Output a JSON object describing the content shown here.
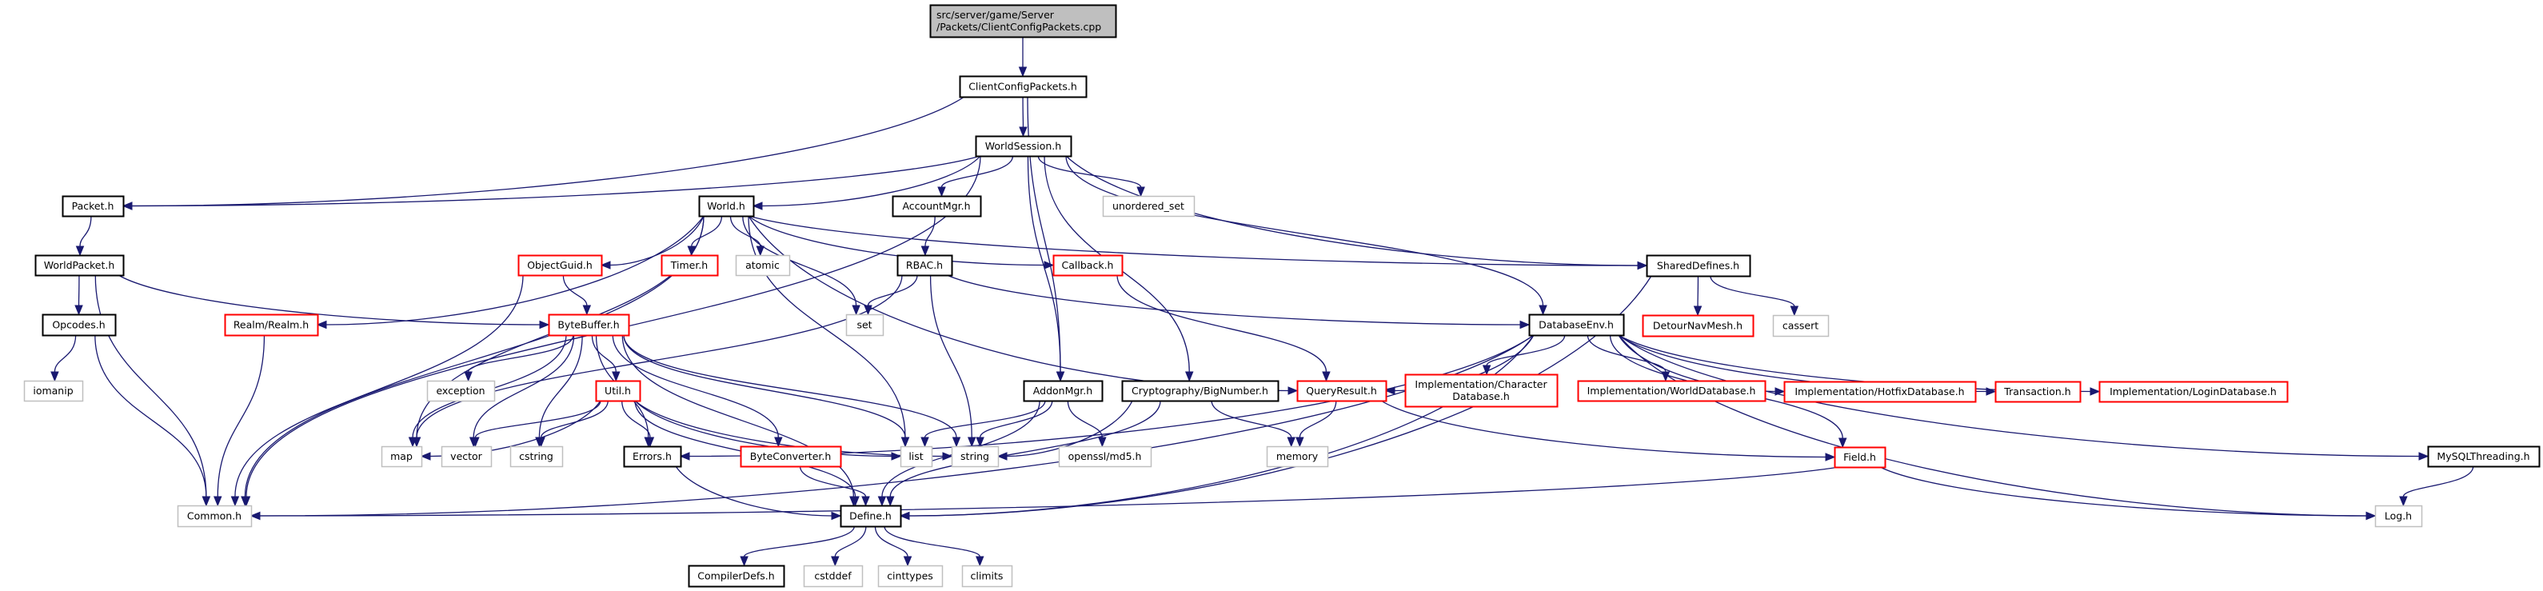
{
  "graph": {
    "colors": {
      "edge": "#191970",
      "documented": "#000000",
      "truncated": "#ff0000",
      "external": "#bfbfbf",
      "root_fill": "#bfbfbf"
    },
    "nodes": [
      {
        "id": "root",
        "kind": "root",
        "lines": [
          "src/server/game/Server",
          "/Packets/ClientConfigPackets.cpp"
        ]
      },
      {
        "id": "ccp",
        "kind": "documented",
        "lines": [
          "ClientConfigPackets.h"
        ]
      },
      {
        "id": "ws",
        "kind": "documented",
        "lines": [
          "WorldSession.h"
        ]
      },
      {
        "id": "packet",
        "kind": "documented",
        "lines": [
          "Packet.h"
        ]
      },
      {
        "id": "world",
        "kind": "documented",
        "lines": [
          "World.h"
        ]
      },
      {
        "id": "accountmgr",
        "kind": "documented",
        "lines": [
          "AccountMgr.h"
        ]
      },
      {
        "id": "unordered_set",
        "kind": "external",
        "lines": [
          "unordered_set"
        ]
      },
      {
        "id": "worldpacket",
        "kind": "documented",
        "lines": [
          "WorldPacket.h"
        ]
      },
      {
        "id": "objectguid",
        "kind": "truncated",
        "lines": [
          "ObjectGuid.h"
        ]
      },
      {
        "id": "timer",
        "kind": "truncated",
        "lines": [
          "Timer.h"
        ]
      },
      {
        "id": "atomic",
        "kind": "external",
        "lines": [
          "atomic"
        ]
      },
      {
        "id": "rbac",
        "kind": "documented",
        "lines": [
          "RBAC.h"
        ]
      },
      {
        "id": "callback",
        "kind": "truncated",
        "lines": [
          "Callback.h"
        ]
      },
      {
        "id": "shareddefines",
        "kind": "documented",
        "lines": [
          "SharedDefines.h"
        ]
      },
      {
        "id": "opcodes",
        "kind": "documented",
        "lines": [
          "Opcodes.h"
        ]
      },
      {
        "id": "realm",
        "kind": "truncated",
        "lines": [
          "Realm/Realm.h"
        ]
      },
      {
        "id": "bytebuffer",
        "kind": "truncated",
        "lines": [
          "ByteBuffer.h"
        ]
      },
      {
        "id": "set",
        "kind": "external",
        "lines": [
          "set"
        ]
      },
      {
        "id": "databaseenv",
        "kind": "documented",
        "lines": [
          "DatabaseEnv.h"
        ]
      },
      {
        "id": "detour",
        "kind": "truncated",
        "lines": [
          "DetourNavMesh.h"
        ]
      },
      {
        "id": "cassert",
        "kind": "external",
        "lines": [
          "cassert"
        ]
      },
      {
        "id": "iomanip",
        "kind": "external",
        "lines": [
          "iomanip"
        ]
      },
      {
        "id": "exception",
        "kind": "external",
        "lines": [
          "exception"
        ]
      },
      {
        "id": "util",
        "kind": "truncated",
        "lines": [
          "Util.h"
        ]
      },
      {
        "id": "addonmgr",
        "kind": "documented",
        "lines": [
          "AddonMgr.h"
        ]
      },
      {
        "id": "bignumber",
        "kind": "documented",
        "lines": [
          "Cryptography/BigNumber.h"
        ]
      },
      {
        "id": "queryresult",
        "kind": "truncated",
        "lines": [
          "QueryResult.h"
        ]
      },
      {
        "id": "chardb",
        "kind": "truncated",
        "lines": [
          "Implementation/Character",
          "Database.h"
        ]
      },
      {
        "id": "worlddb",
        "kind": "truncated",
        "lines": [
          "Implementation/WorldDatabase.h"
        ]
      },
      {
        "id": "hotfixdb",
        "kind": "truncated",
        "lines": [
          "Implementation/HotfixDatabase.h"
        ]
      },
      {
        "id": "transaction",
        "kind": "truncated",
        "lines": [
          "Transaction.h"
        ]
      },
      {
        "id": "logindb",
        "kind": "truncated",
        "lines": [
          "Implementation/LoginDatabase.h"
        ]
      },
      {
        "id": "map",
        "kind": "external",
        "lines": [
          "map"
        ]
      },
      {
        "id": "vector",
        "kind": "external",
        "lines": [
          "vector"
        ]
      },
      {
        "id": "cstring",
        "kind": "external",
        "lines": [
          "cstring"
        ]
      },
      {
        "id": "errors",
        "kind": "documented",
        "lines": [
          "Errors.h"
        ]
      },
      {
        "id": "byteconverter",
        "kind": "truncated",
        "lines": [
          "ByteConverter.h"
        ]
      },
      {
        "id": "list",
        "kind": "external",
        "lines": [
          "list"
        ]
      },
      {
        "id": "string",
        "kind": "external",
        "lines": [
          "string"
        ]
      },
      {
        "id": "openssl",
        "kind": "external",
        "lines": [
          "openssl/md5.h"
        ]
      },
      {
        "id": "memory",
        "kind": "external",
        "lines": [
          "memory"
        ]
      },
      {
        "id": "field",
        "kind": "truncated",
        "lines": [
          "Field.h"
        ]
      },
      {
        "id": "mysql",
        "kind": "documented",
        "lines": [
          "MySQLThreading.h"
        ]
      },
      {
        "id": "common",
        "kind": "external",
        "lines": [
          "Common.h"
        ]
      },
      {
        "id": "define",
        "kind": "documented",
        "lines": [
          "Define.h"
        ]
      },
      {
        "id": "log",
        "kind": "external",
        "lines": [
          "Log.h"
        ]
      },
      {
        "id": "compilerdefs",
        "kind": "documented",
        "lines": [
          "CompilerDefs.h"
        ]
      },
      {
        "id": "cstddef",
        "kind": "external",
        "lines": [
          "cstddef"
        ]
      },
      {
        "id": "cinttypes",
        "kind": "external",
        "lines": [
          "cinttypes"
        ]
      },
      {
        "id": "climits",
        "kind": "external",
        "lines": [
          "climits"
        ]
      }
    ],
    "edges": [
      [
        "root",
        "ccp"
      ],
      [
        "ccp",
        "packet"
      ],
      [
        "ccp",
        "ws"
      ],
      [
        "ccp",
        "addonmgr"
      ],
      [
        "ws",
        "packet"
      ],
      [
        "ws",
        "world"
      ],
      [
        "ws",
        "common"
      ],
      [
        "ws",
        "accountmgr"
      ],
      [
        "ws",
        "unordered_set"
      ],
      [
        "ws",
        "addonmgr"
      ],
      [
        "ws",
        "bignumber"
      ],
      [
        "ws",
        "databaseenv"
      ],
      [
        "ws",
        "shareddefines"
      ],
      [
        "packet",
        "worldpacket"
      ],
      [
        "worldpacket",
        "opcodes"
      ],
      [
        "worldpacket",
        "bytebuffer"
      ],
      [
        "worldpacket",
        "common"
      ],
      [
        "opcodes",
        "iomanip"
      ],
      [
        "opcodes",
        "common"
      ],
      [
        "realm",
        "common"
      ],
      [
        "world",
        "objectguid"
      ],
      [
        "world",
        "timer"
      ],
      [
        "world",
        "atomic"
      ],
      [
        "world",
        "callback"
      ],
      [
        "world",
        "shareddefines"
      ],
      [
        "world",
        "realm"
      ],
      [
        "world",
        "common"
      ],
      [
        "world",
        "map"
      ],
      [
        "world",
        "set"
      ],
      [
        "world",
        "list"
      ],
      [
        "world",
        "queryresult"
      ],
      [
        "objectguid",
        "bytebuffer"
      ],
      [
        "objectguid",
        "common"
      ],
      [
        "accountmgr",
        "rbac"
      ],
      [
        "rbac",
        "set"
      ],
      [
        "rbac",
        "string"
      ],
      [
        "rbac",
        "map"
      ],
      [
        "rbac",
        "databaseenv"
      ],
      [
        "callback",
        "queryresult"
      ],
      [
        "bytebuffer",
        "exception"
      ],
      [
        "bytebuffer",
        "util"
      ],
      [
        "bytebuffer",
        "map"
      ],
      [
        "bytebuffer",
        "vector"
      ],
      [
        "bytebuffer",
        "cstring"
      ],
      [
        "bytebuffer",
        "errors"
      ],
      [
        "bytebuffer",
        "list"
      ],
      [
        "bytebuffer",
        "string"
      ],
      [
        "bytebuffer",
        "byteconverter"
      ],
      [
        "bytebuffer",
        "define"
      ],
      [
        "util",
        "map"
      ],
      [
        "util",
        "vector"
      ],
      [
        "util",
        "cstring"
      ],
      [
        "util",
        "errors"
      ],
      [
        "util",
        "list"
      ],
      [
        "util",
        "string"
      ],
      [
        "util",
        "define"
      ],
      [
        "errors",
        "define"
      ],
      [
        "byteconverter",
        "define"
      ],
      [
        "databaseenv",
        "queryresult"
      ],
      [
        "databaseenv",
        "chardb"
      ],
      [
        "databaseenv",
        "worlddb"
      ],
      [
        "databaseenv",
        "hotfixdb"
      ],
      [
        "databaseenv",
        "transaction"
      ],
      [
        "databaseenv",
        "logindb"
      ],
      [
        "databaseenv",
        "field"
      ],
      [
        "databaseenv",
        "log"
      ],
      [
        "databaseenv",
        "mysql"
      ],
      [
        "databaseenv",
        "errors"
      ],
      [
        "databaseenv",
        "common"
      ],
      [
        "databaseenv",
        "define"
      ],
      [
        "shareddefines",
        "detour"
      ],
      [
        "shareddefines",
        "cassert"
      ],
      [
        "shareddefines",
        "define"
      ],
      [
        "addonmgr",
        "list"
      ],
      [
        "addonmgr",
        "string"
      ],
      [
        "addonmgr",
        "openssl"
      ],
      [
        "addonmgr",
        "define"
      ],
      [
        "bignumber",
        "string"
      ],
      [
        "bignumber",
        "memory"
      ],
      [
        "bignumber",
        "define"
      ],
      [
        "queryresult",
        "memory"
      ],
      [
        "queryresult",
        "field"
      ],
      [
        "field",
        "common"
      ],
      [
        "field",
        "log"
      ],
      [
        "mysql",
        "log"
      ],
      [
        "define",
        "compilerdefs"
      ],
      [
        "define",
        "cstddef"
      ],
      [
        "define",
        "cinttypes"
      ],
      [
        "define",
        "climits"
      ]
    ]
  }
}
